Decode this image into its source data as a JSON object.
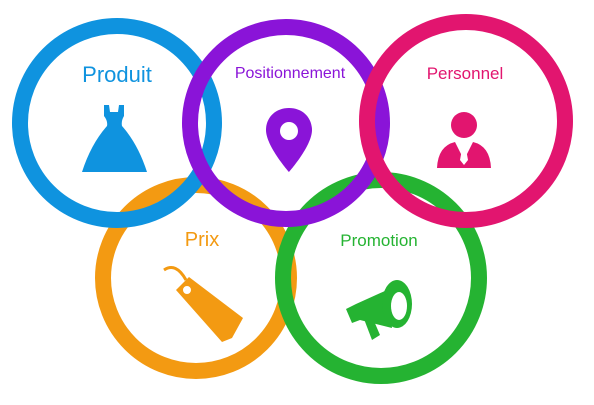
{
  "rings": [
    {
      "id": "produit",
      "label": "Produit",
      "color": "#0f93df",
      "icon": "dress-icon"
    },
    {
      "id": "positionnement",
      "label": "Positionnement",
      "color": "#8a14d8",
      "icon": "map-pin-icon"
    },
    {
      "id": "personnel",
      "label": "Personnel",
      "color": "#e2156f",
      "icon": "person-with-tie-icon"
    },
    {
      "id": "prix",
      "label": "Prix",
      "color": "#f39a12",
      "icon": "price-tag-icon"
    },
    {
      "id": "promotion",
      "label": "Promotion",
      "color": "#25b332",
      "icon": "megaphone-icon"
    }
  ]
}
